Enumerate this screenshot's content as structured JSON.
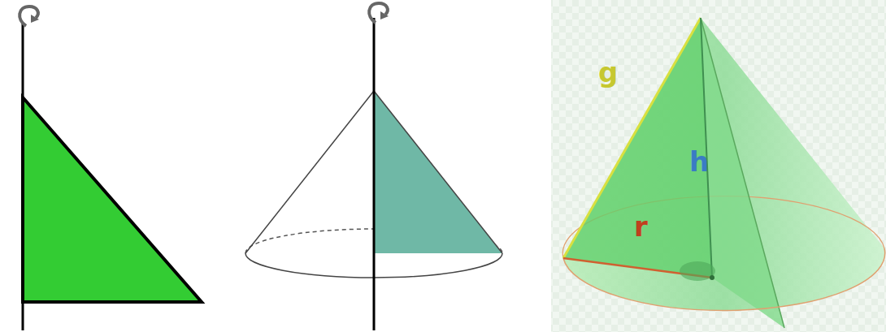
{
  "diagram": {
    "labels": [
      "g",
      "h",
      "r"
    ]
  }
}
